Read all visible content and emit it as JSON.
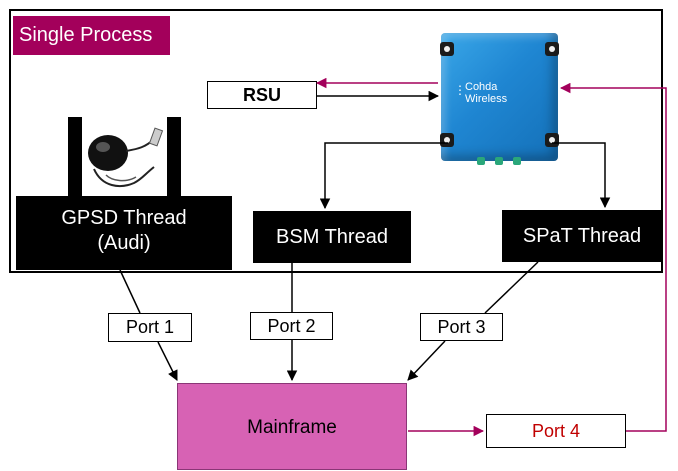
{
  "process": {
    "label": "Single Process"
  },
  "threads": {
    "gpsd_line1": "GPSD Thread",
    "gpsd_line2": "(Audi)",
    "bsm": "BSM Thread",
    "spat": "SPaT Thread"
  },
  "rsu": {
    "label": "RSU"
  },
  "device": {
    "brand_line1": "Cohda",
    "brand_line2": "Wireless"
  },
  "ports": {
    "port1": "Port 1",
    "port2": "Port 2",
    "port3": "Port 3",
    "port4": "Port 4"
  },
  "mainframe": {
    "label": "Mainframe"
  },
  "colors": {
    "process_label_bg": "#a3005b",
    "mainframe_fill": "#d762b4",
    "port4_text": "#c00000",
    "return_link": "#a3005b",
    "device_body": "#1f86d2"
  },
  "icons": {
    "gps_receiver": "gps-puck-icon",
    "device": "cohda-wireless-unit-icon"
  }
}
